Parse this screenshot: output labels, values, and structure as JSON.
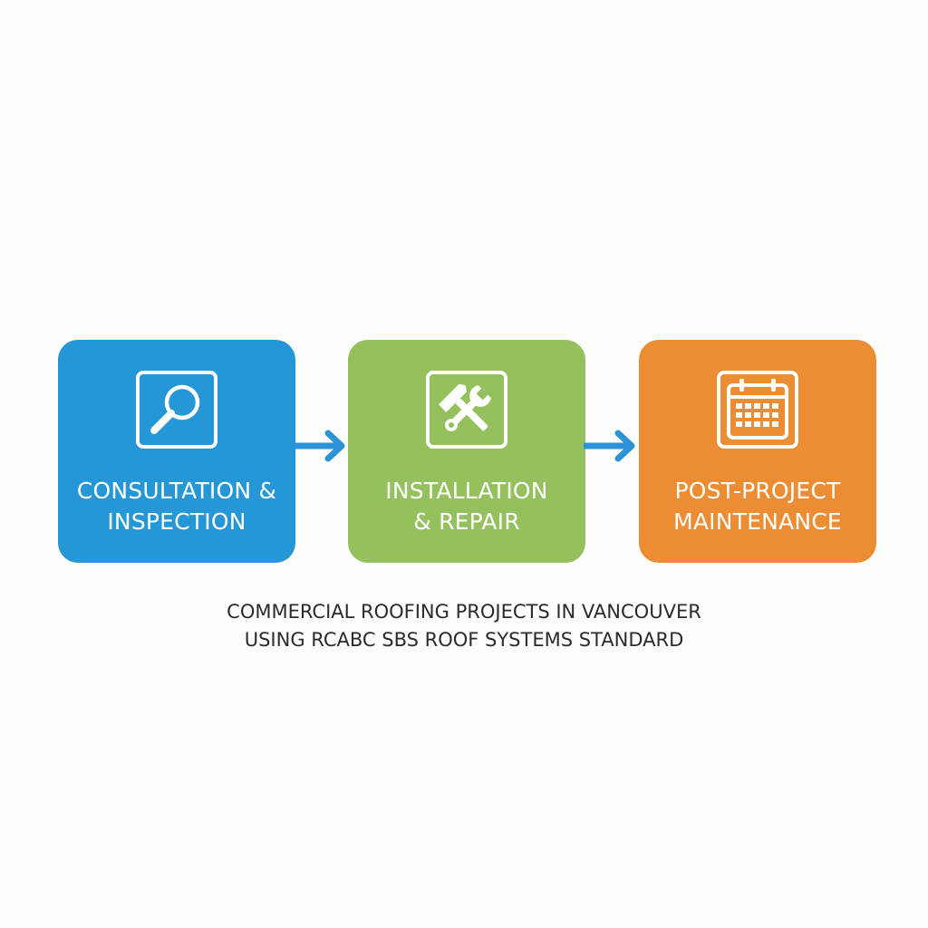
{
  "steps": [
    {
      "label_line1": "CONSULTATION &",
      "label_line2": "INSPECTION",
      "color": "#2597d6",
      "icon": "magnifying-glass-icon"
    },
    {
      "label_line1": "INSTALLATION",
      "label_line2": "& REPAIR",
      "color": "#95c05e",
      "icon": "hammer-wrench-icon"
    },
    {
      "label_line1": "POST-PROJECT",
      "label_line2": "MAINTENANCE",
      "color": "#ec8d33",
      "icon": "calendar-icon"
    }
  ],
  "connectors": {
    "color": "#2b93d6",
    "icon": "arrow-right-icon"
  },
  "caption": {
    "line1": "COMMERCIAL ROOFING PROJECTS IN VANCOUVER",
    "line2": "USING RCABC SBS ROOF SYSTEMS STANDARD"
  }
}
